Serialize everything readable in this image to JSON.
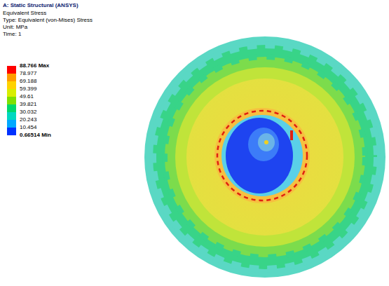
{
  "diagram": {
    "title": "A: Static Structural (ANSYS)",
    "labels": [
      "Equivalent Stress",
      "Type: Equivalent (von-Mises) Stress",
      "Unit: MPa",
      "Time: 1",
      "0.66514 Min"
    ],
    "legend": [
      {
        "text": "88.766 Max",
        "color": "#ff0000"
      },
      {
        "text": "78.977",
        "color": "#ff9c00"
      },
      {
        "text": "69.188",
        "color": "#ffd200"
      },
      {
        "text": "59.399",
        "color": "#d8ee00"
      },
      {
        "text": "49.61",
        "color": "#7fe000"
      },
      {
        "text": "39.821",
        "color": "#00d86a"
      },
      {
        "text": "30.032",
        "color": "#00d8c0"
      },
      {
        "text": "20.243",
        "color": "#00a8ff"
      },
      {
        "text": "10.454",
        "color": "#0032ff"
      }
    ]
  }
}
